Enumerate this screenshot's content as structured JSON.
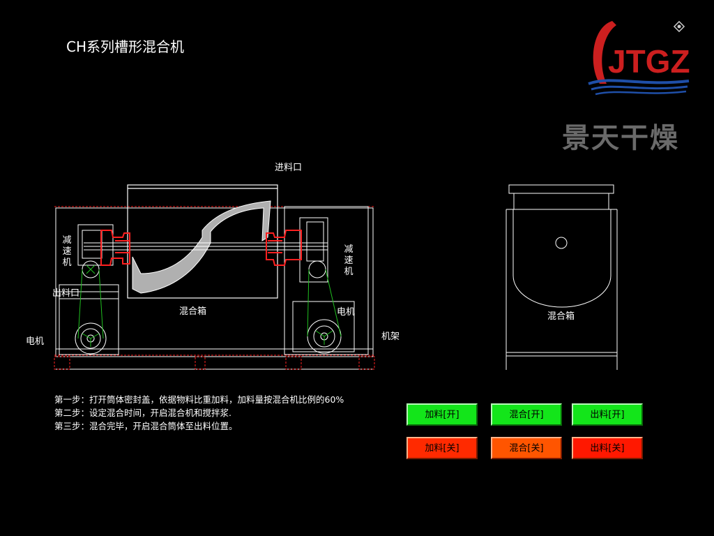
{
  "title": "CH系列槽形混合机",
  "brand": {
    "logo_text": "JTGZ",
    "caption": "景天干燥",
    "colors": {
      "logo_red": "#cc1f1f",
      "logo_blue": "#1f4fa8",
      "caption_gray": "#6a6a6a"
    }
  },
  "diagram_labels": {
    "feed_inlet": "进料口",
    "reducer_left": "减速机",
    "reducer_right": "减速机",
    "discharge_outlet": "出料口",
    "mixing_box_front": "混合箱",
    "motor_left": "电机",
    "motor_right": "电机",
    "frame": "机架",
    "mixing_box_side": "混合箱"
  },
  "steps": [
    "第一步：打开筒体密封盖，依据物料比重加料，加料量按混合机比例的60%",
    "第二步：设定混合时间，开启混合机和搅拌浆.",
    "第三步：混合完毕，开启混合筒体至出料位置。"
  ],
  "buttons": {
    "feed_on": "加料[开]",
    "mix_on": "混合[开]",
    "discharge_on": "出料[开]",
    "feed_off": "加料[关]",
    "mix_off": "混合[关]",
    "discharge_off": "出料[关]"
  },
  "colors": {
    "on_button": "#13e51a",
    "off_button": "#ff2a00",
    "line_white": "#ffffff",
    "line_red": "#ff2020",
    "belt_green": "#20c020"
  }
}
